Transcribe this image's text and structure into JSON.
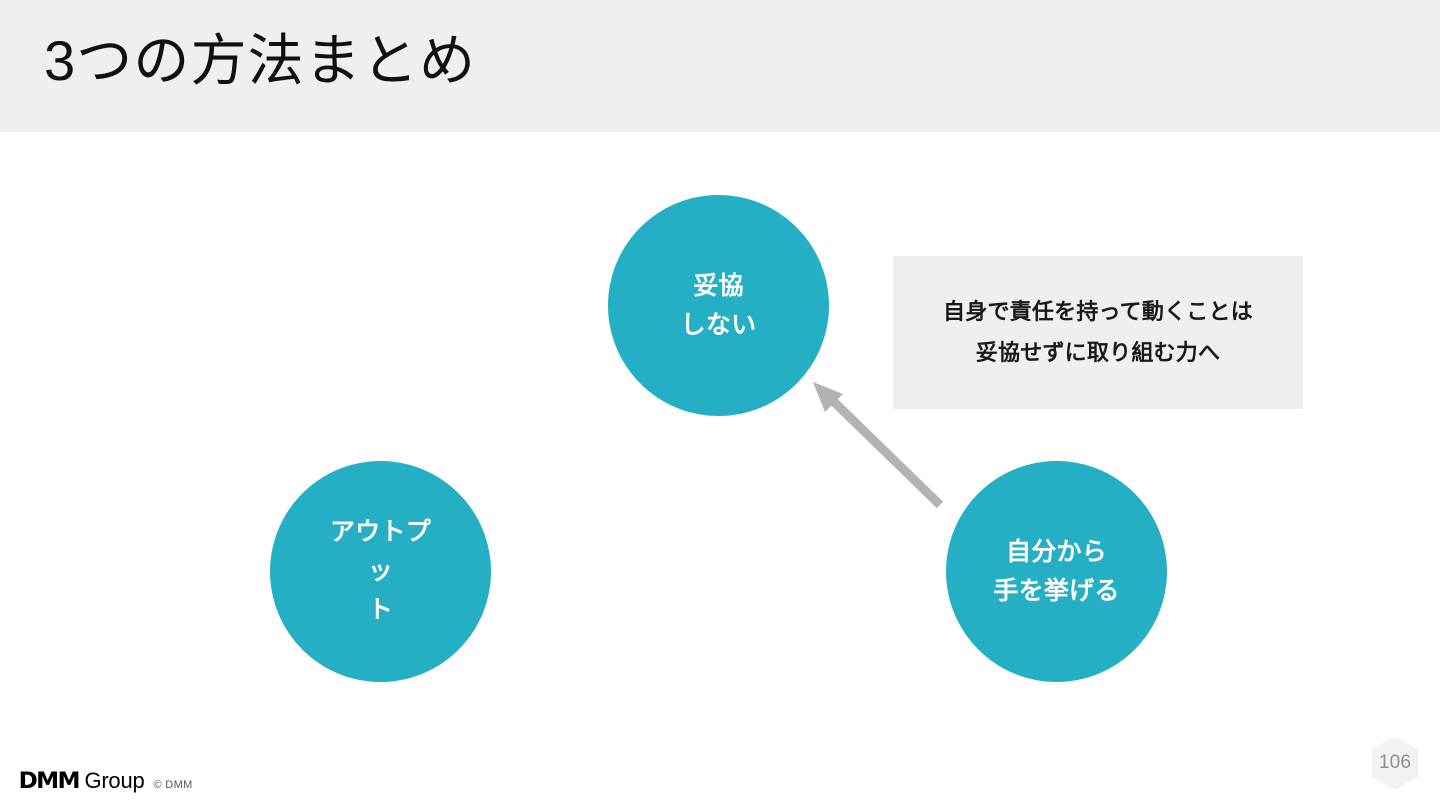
{
  "slide": {
    "title": "3つの方法まとめ",
    "page_number": "106",
    "accent_color": "#24afc4",
    "band_color": "#efefef",
    "arrow_color": "#b3b3b3"
  },
  "circles": [
    {
      "id": "top",
      "label": "妥協\nしない",
      "line1": "妥協",
      "line2": "しない"
    },
    {
      "id": "bottom-left",
      "label": "アウトプット",
      "line1": "アウトプッ",
      "line2": "ト"
    },
    {
      "id": "bottom-right",
      "label": "自分から\n手を挙げる",
      "line1": "自分から",
      "line2": "手を挙げる"
    }
  ],
  "callout": {
    "line1": "自身で責任を持って動くことは",
    "line2": "妥協せずに取り組む力へ"
  },
  "connector": {
    "from": "bottom-right-circle",
    "to": "top-circle",
    "style": "arrow"
  },
  "footer": {
    "logo_mark": "DMM",
    "logo_word": "Group",
    "copyright": "© DMM"
  }
}
